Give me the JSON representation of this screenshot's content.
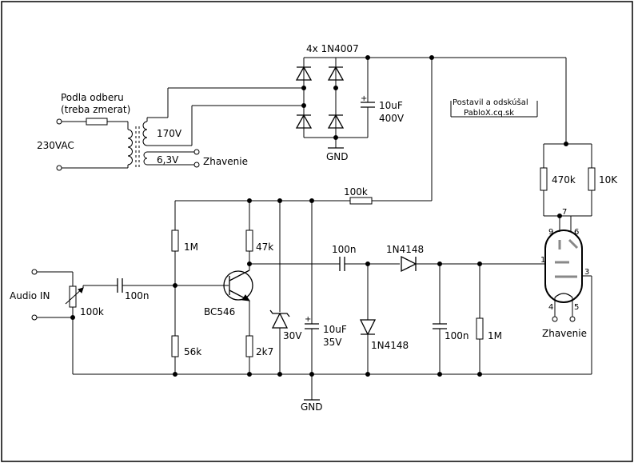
{
  "diagram": {
    "rectifier_label": "4x 1N4007",
    "mains_note_1": "Podla odberu",
    "mains_note_2": "(treba zmerat)",
    "mains_voltage": "230VAC",
    "secondary_hv": "170V",
    "secondary_heater": "6,3V",
    "heater_label": "Zhavenie",
    "cap_filter_value": "10uF",
    "cap_filter_voltage": "400V",
    "gnd_top": "GND",
    "credit_line_1": "Postavil a odskúšal",
    "credit_line_2": "PabloX.cq.sk",
    "res_470k": "470k",
    "res_10k": "10K",
    "res_100k_top": "100k",
    "res_1m_left": "1M",
    "res_47k": "47k",
    "cap_coupling_out": "100n",
    "diode_series": "1N4148",
    "audio_in": "Audio IN",
    "pot_100k": "100k",
    "cap_input": "100n",
    "transistor": "BC546",
    "res_56k": "56k",
    "res_2k7": "2k7",
    "zener_voltage": "30V",
    "cap_supply_value": "10uF",
    "cap_supply_voltage": "35V",
    "diode_shunt": "1N4148",
    "cap_grid": "100n",
    "res_1m_grid": "1M",
    "tube_heater_label": "Zhavenie",
    "gnd_bottom": "GND",
    "pin_1": "1",
    "pin_3": "3",
    "pin_4": "4",
    "pin_5": "5",
    "pin_6": "6",
    "pin_7": "7",
    "pin_9": "9"
  }
}
